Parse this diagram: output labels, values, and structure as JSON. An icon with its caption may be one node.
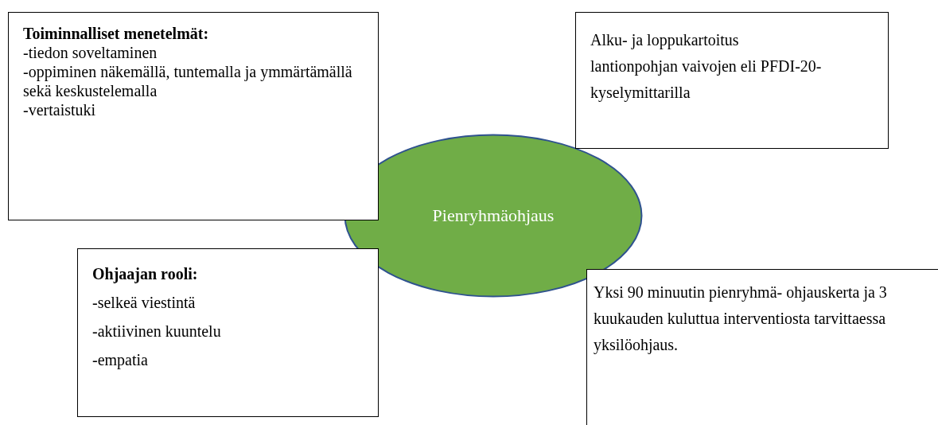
{
  "diagram": {
    "nodes": [
      {
        "text": [
          "Toiminnalliset menetelmät:",
          "-tiedon soveltaminen",
          "-oppiminen näkemällä, tuntemalla ja ymmärtämällä sekä keskustelemalla",
          "-vertaistuki"
        ]
      },
      {
        "text": [
          "Alku- ja loppukartoitus lantionpohjan vaivojen eli PFDI-20- kyselymittarilla"
        ]
      },
      {
        "text": [
          "Pienryhmäohjaus"
        ]
      },
      {
        "text": [
          "Ohjaajan rooli:",
          "-selkeä viestintä",
          "-aktiivinen kuuntelu",
          "-empatia"
        ]
      },
      {
        "text": [
          "Yksi 90 minuutin pienryhmä- ohjauskerta ja 3 kuukauden kuluttua interventiosta tarvittaessa yksilöohjaus."
        ]
      }
    ]
  }
}
